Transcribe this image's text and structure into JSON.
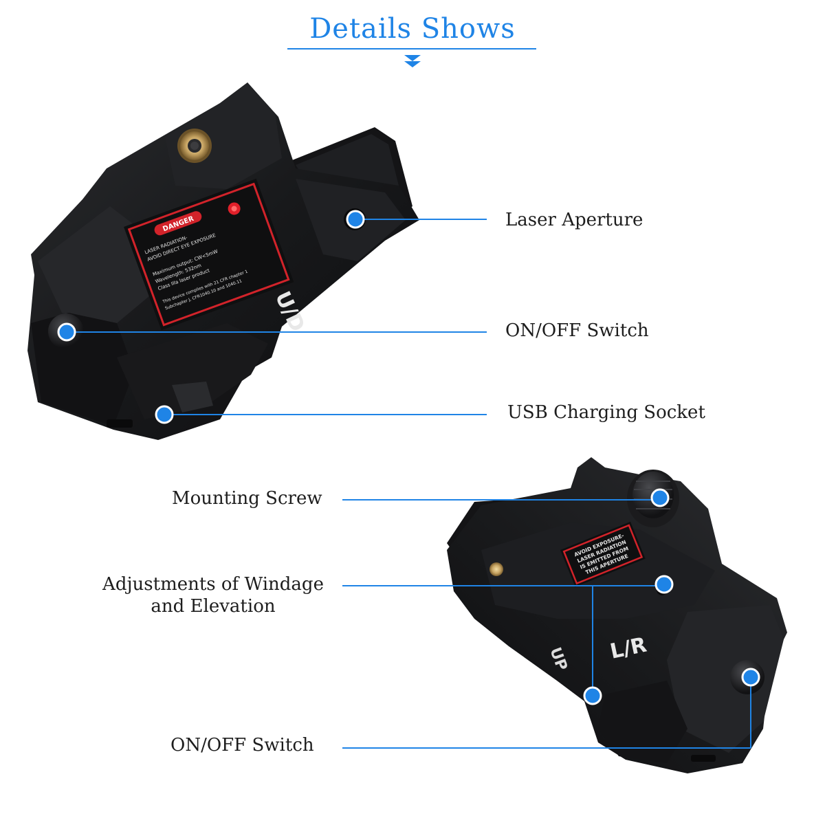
{
  "title": "Details Shows",
  "colors": {
    "accent": "#1f84e6",
    "device_body": "#1b1c1e",
    "warning_label_border": "#d2232a",
    "warning_text_bg": "#111111"
  },
  "top_device": {
    "warning_label": {
      "heading": "DANGER",
      "lines": [
        "LASER RADIATION-",
        "AVOID DIRECT EYE EXPOSURE",
        "Maximum output: CW<5mW",
        "Wavelength: 532nm",
        "Class IIIa laser product",
        "This device complies with 21 CFR chapter 1",
        "Subchapter J, CFR1040.10 and 1040.11"
      ]
    },
    "body_marking": "U/D"
  },
  "bottom_device": {
    "warning_label": {
      "lines": [
        "AVOID EXPOSURE-",
        "LASER RADIATION",
        "IS EMITTED FROM",
        "THIS APERTURE"
      ]
    },
    "body_marking": "L/R",
    "side_marking": "UP"
  },
  "callouts": {
    "laser_aperture": "Laser Aperture",
    "on_off_switch_top": "ON/OFF Switch",
    "usb_charging_socket": "USB Charging Socket",
    "mounting_screw": "Mounting Screw",
    "windage_elevation_line1": "Adjustments of Windage",
    "windage_elevation_line2": "and Elevation",
    "on_off_switch_bottom": "ON/OFF Switch"
  }
}
